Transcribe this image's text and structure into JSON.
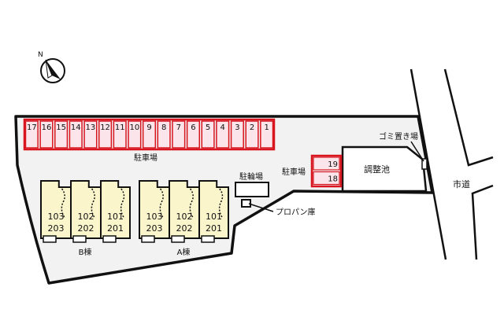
{
  "colors": {
    "parking_stroke": "#d8151f",
    "parking_fill": "#fbe4ea",
    "unit_fill": "#fbf5cc",
    "site_fill": "#f2f2f2",
    "line": "#111111"
  },
  "compass": {
    "label": "N",
    "icon": "north-arrow-icon"
  },
  "parking_main": {
    "spaces": [
      "17",
      "16",
      "15",
      "14",
      "13",
      "12",
      "11",
      "10",
      "9",
      "8",
      "7",
      "6",
      "5",
      "4",
      "3",
      "2",
      "1"
    ],
    "label": "駐車場"
  },
  "parking_side": {
    "spaces": [
      "19",
      "18"
    ],
    "label": "駐車場"
  },
  "bicycle_parking": {
    "label": "駐輪場"
  },
  "propane": {
    "label": "プロパン庫"
  },
  "pond": {
    "label": "調整池"
  },
  "garbage": {
    "label": "ゴミ置き場"
  },
  "road": {
    "label": "市道"
  },
  "buildings": [
    {
      "name": "B棟",
      "units": [
        {
          "lower": "103",
          "upper": "203"
        },
        {
          "lower": "102",
          "upper": "202"
        },
        {
          "lower": "101",
          "upper": "201"
        }
      ]
    },
    {
      "name": "A棟",
      "units": [
        {
          "lower": "103",
          "upper": "203"
        },
        {
          "lower": "102",
          "upper": "202"
        },
        {
          "lower": "101",
          "upper": "201"
        }
      ]
    }
  ]
}
